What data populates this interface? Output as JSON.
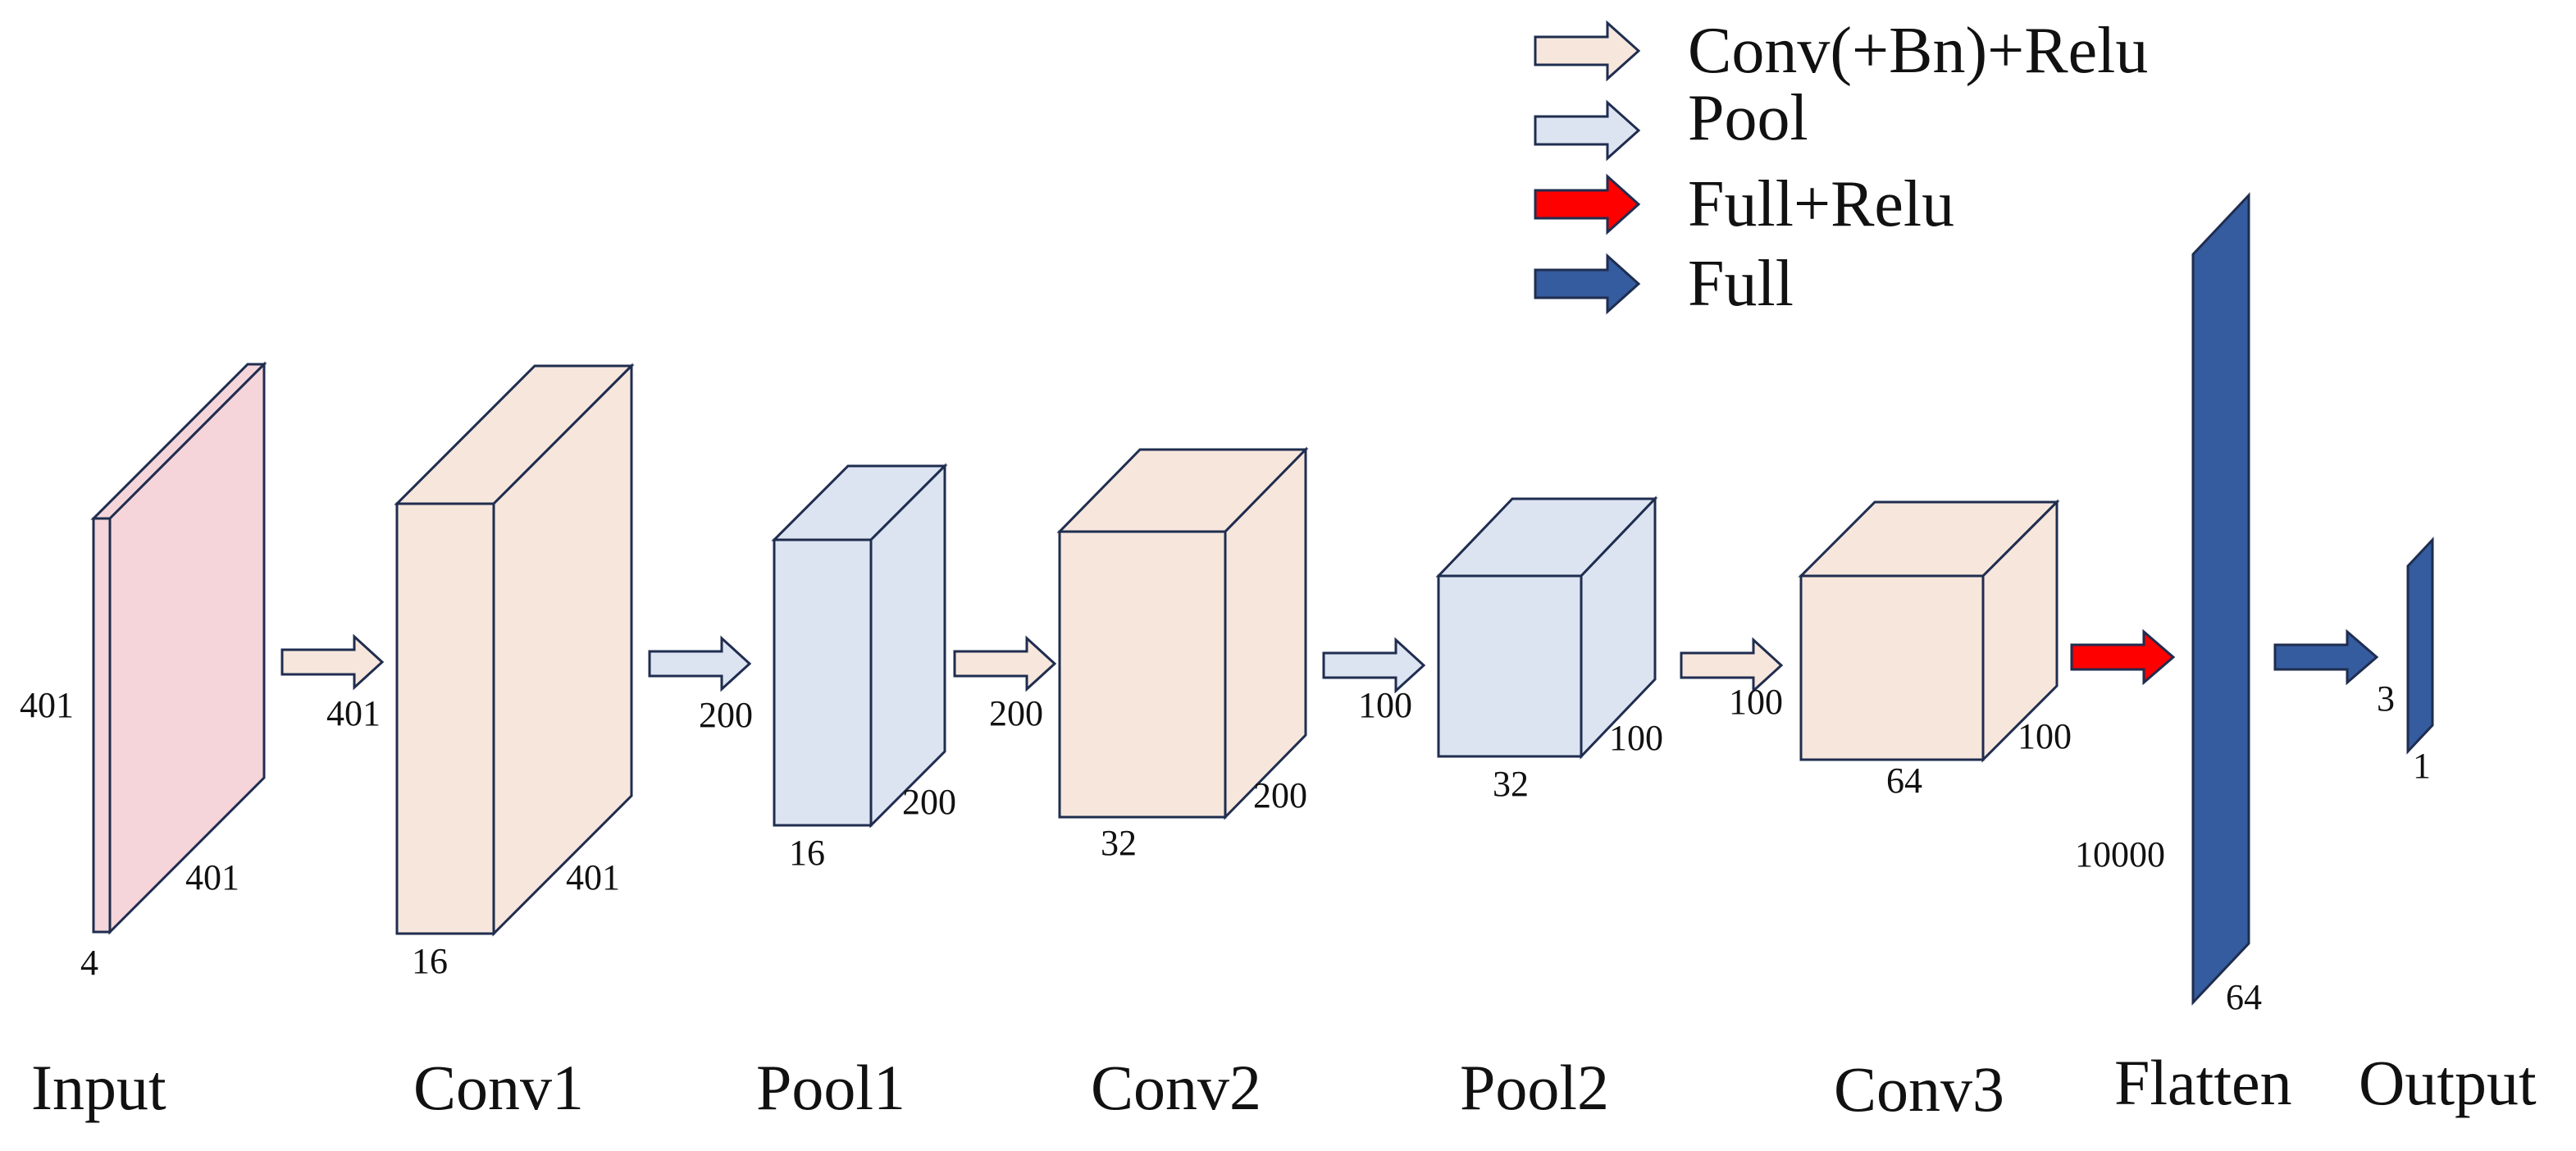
{
  "colors": {
    "conv": "#F7E6DC",
    "pool": "#DCE4F2",
    "full_relu": "#FF0000",
    "full": "#345C9E",
    "input": "#F5D5DA",
    "outline": "#1F2D4F"
  },
  "legend": [
    {
      "label": "Conv(+Bn)+Relu",
      "color": "conv"
    },
    {
      "label": "Pool",
      "color": "pool"
    },
    {
      "label": "Full+Relu",
      "color": "full_relu"
    },
    {
      "label": "Full",
      "color": "full"
    }
  ],
  "stages": [
    {
      "label": "Input",
      "dims": [
        "401",
        "401",
        "4"
      ]
    },
    {
      "label": "Conv1",
      "dims": [
        "401",
        "401",
        "16"
      ]
    },
    {
      "label": "Pool1",
      "dims": [
        "200",
        "200",
        "16"
      ]
    },
    {
      "label": "Conv2",
      "dims": [
        "200",
        "200",
        "32"
      ]
    },
    {
      "label": "Pool2",
      "dims": [
        "100",
        "100",
        "32"
      ]
    },
    {
      "label": "Conv3",
      "dims": [
        "100",
        "100",
        "64"
      ]
    },
    {
      "label": "Flatten",
      "dims": [
        "10000",
        "64"
      ]
    },
    {
      "label": "Output",
      "dims": [
        "3",
        "1"
      ]
    }
  ]
}
